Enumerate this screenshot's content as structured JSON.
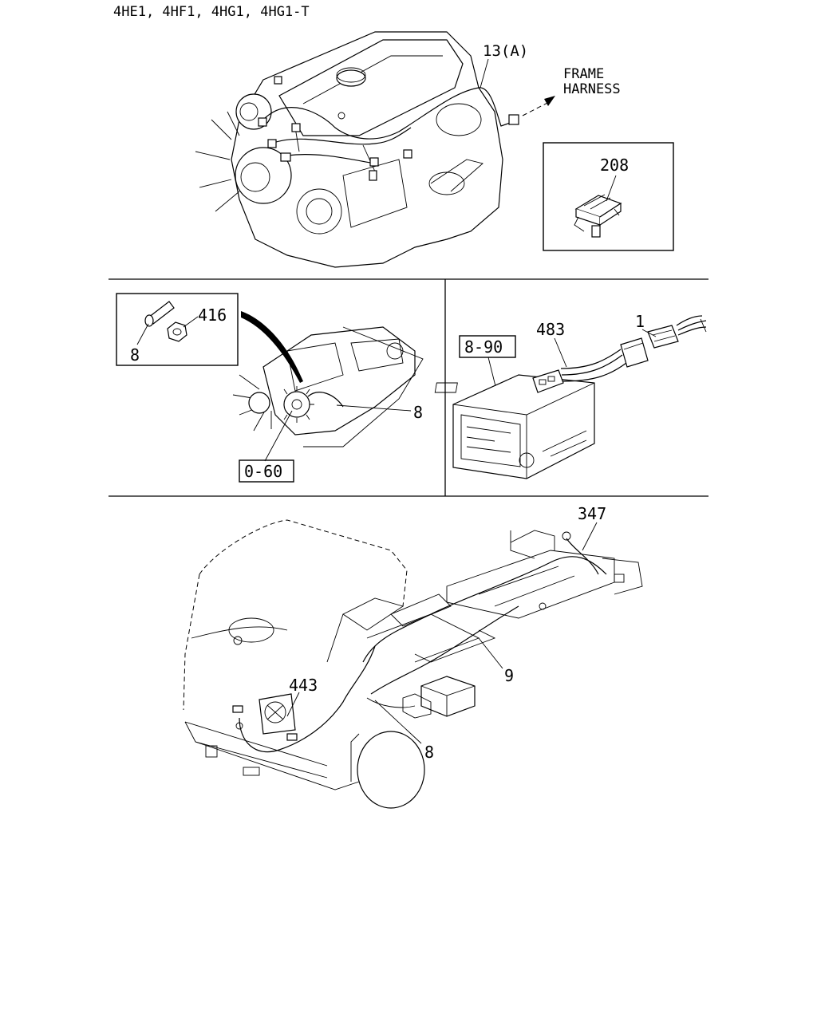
{
  "header": {
    "engine_models": "4HE1, 4HF1, 4HG1, 4HG1-T"
  },
  "engine_view": {
    "harness_callout": "13(A)",
    "frame_harness_line1": "FRAME",
    "frame_harness_line2": "HARNESS",
    "clip_callout": "208"
  },
  "starter_view": {
    "nut_callout": "416",
    "bolt_callout": "8",
    "cable_callout": "8",
    "ref_box": "0-60"
  },
  "radio_view": {
    "ref_box": "8-90",
    "adapter_callout": "483",
    "connector_callout": "1"
  },
  "chassis_view": {
    "rear_harness_callout": "347",
    "frame_harness_callout": "9",
    "fan_callout": "443",
    "battery_cable_callout": "8"
  }
}
